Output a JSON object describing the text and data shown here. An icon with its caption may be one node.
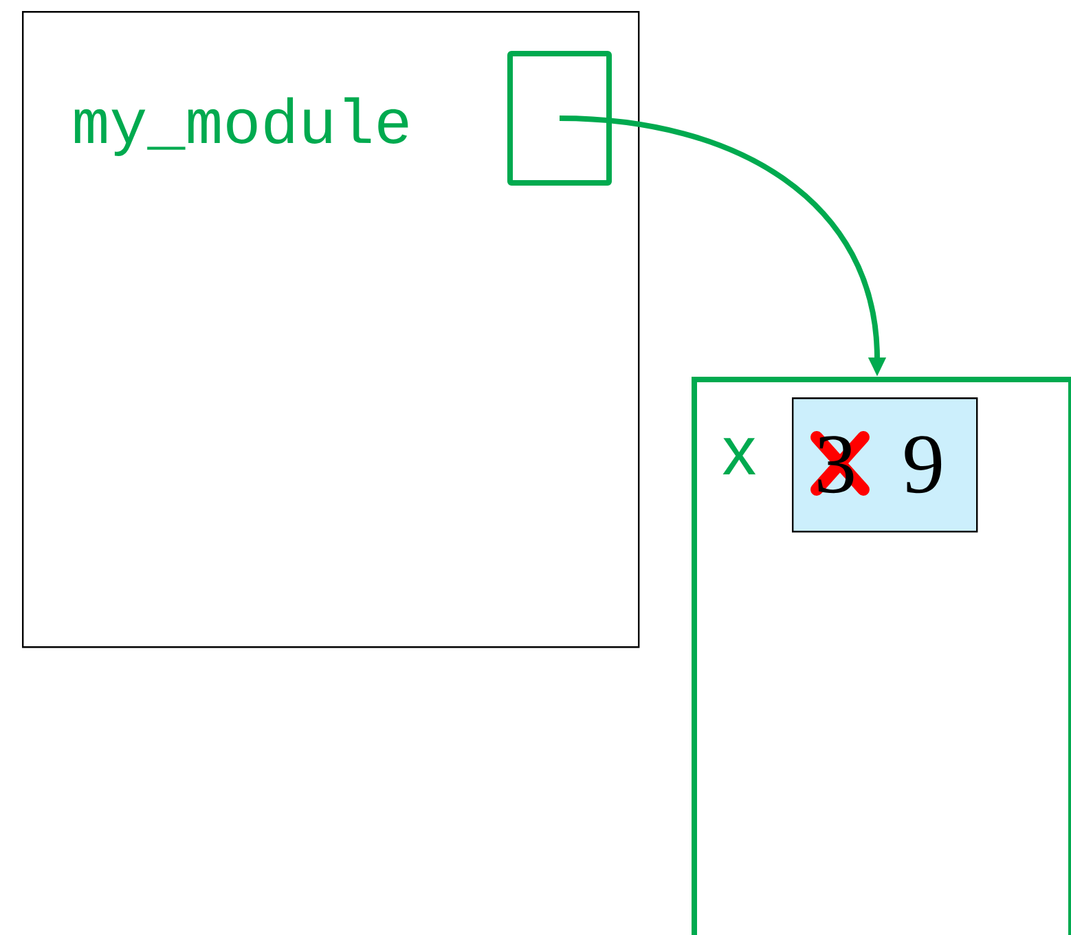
{
  "diagram": {
    "nodes": [
      {
        "text": [
          "my_module"
        ]
      },
      {
        "text": [],
        "shape": "box",
        "in": 0
      },
      {
        "text": [
          "x"
        ]
      },
      {
        "text": [
          "3",
          "9"
        ],
        "in": 2
      }
    ],
    "edges": [
      {
        "from": 1,
        "to": 2,
        "arrow": "to"
      }
    ]
  }
}
